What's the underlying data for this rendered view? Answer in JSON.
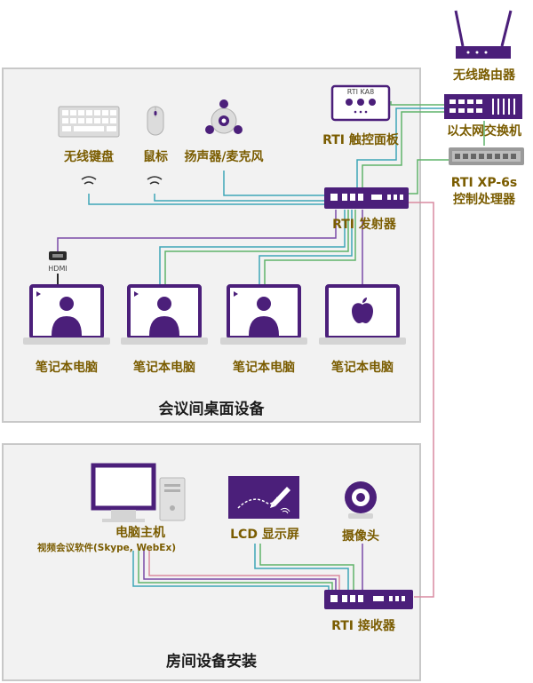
{
  "colors": {
    "purple": "#4b1f7a",
    "label": "#7a5c00",
    "panel": "#f2f2f2",
    "panel_border": "#c8c8c8",
    "cable_teal": "#3ea6b8",
    "cable_green": "#5fb36a",
    "cable_purple": "#7a4aa8",
    "cable_pink": "#d98aa0"
  },
  "labels": {
    "router": "无线路由器",
    "switch": "以太网交换机",
    "xp6s_line1": "RTI XP-6s",
    "xp6s_line2": "控制处理器",
    "ka8_device": "RTI KA8",
    "ka8": "RTI 触控面板",
    "keyboard": "无线键盘",
    "mouse": "鼠标",
    "speaker": "扬声器/麦克风",
    "transmitter": "RTI 发射器",
    "hdmi": "HDMI",
    "laptop1": "笔记本电脑",
    "laptop2": "笔记本电脑",
    "laptop3": "笔记本电脑",
    "laptop4": "笔记本电脑",
    "table_section": "会议间桌面设备",
    "pc": "电脑主机",
    "pc_sub": "视频会议软件(Skype, WebEx)",
    "lcd": "LCD 显示屏",
    "camera": "摄像头",
    "receiver": "RTI 接收器",
    "room_section": "房间设备安装"
  },
  "icons": {
    "wifi": "wifi-wave-icon",
    "apple": "apple-logo-icon",
    "play": "play-icon",
    "person": "person-icon",
    "pen": "pen-icon"
  }
}
